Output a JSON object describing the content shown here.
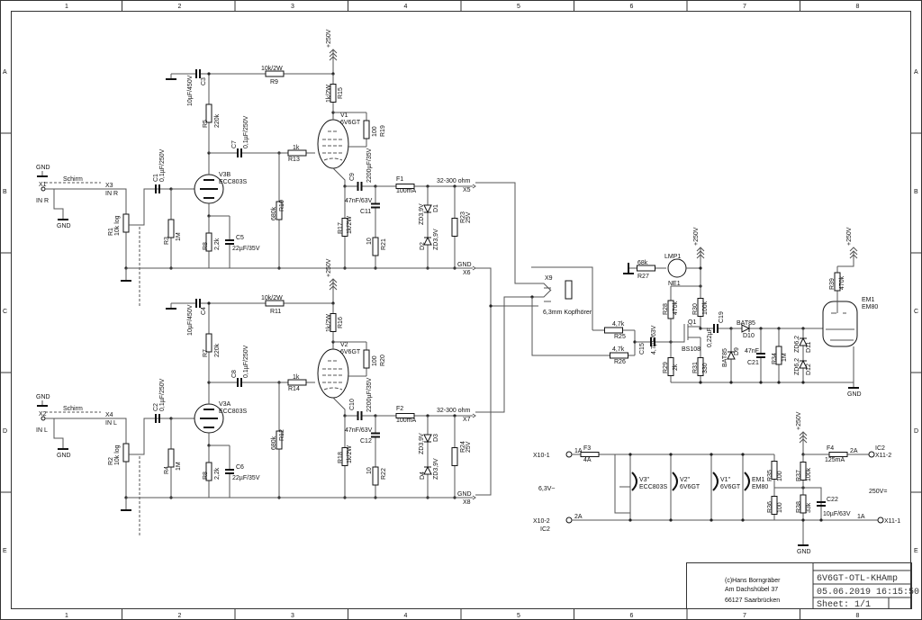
{
  "frame": {
    "columns": [
      "1",
      "2",
      "3",
      "4",
      "5",
      "6",
      "7",
      "8"
    ],
    "rows": [
      "A",
      "B",
      "C",
      "D",
      "E"
    ]
  },
  "common": {
    "supply": "+250V",
    "gnd": "GND",
    "shield": "Schirm",
    "tube_pentode": "6V6GT",
    "tube_triode": "ECC803S",
    "impedance": "32-300 ohm"
  },
  "channels": [
    {
      "jack_ref": "X1",
      "jack_label": "IN R",
      "conn_ref": "X3",
      "conn_label": "IN R",
      "pot_ref": "R1",
      "pot_val": "10k log",
      "cin_ref": "C1",
      "cin_val": "0,1µF/250V",
      "rg_ref": "R3",
      "rg_val": "1M",
      "triode_ref": "V3B",
      "rp_ref": "R5",
      "rp_val": "220k",
      "rk_ref": "R8",
      "rk_val": "2,2k",
      "ck_ref": "C5",
      "ck_val": "22µF/35V",
      "cdec_ref": "C3",
      "cdec_val": "10µF/450V",
      "rdrop_ref": "R9",
      "rdrop_val": "10k/2W",
      "cc_ref": "C7",
      "cc_val": "0,1µF/250V",
      "rl_ref": "R10",
      "rl_val": "680k",
      "rs_ref": "R13",
      "rs_val": "1k",
      "pent_ref": "V1",
      "ra_ref": "R15",
      "ra_val": "1k/2W",
      "rsc_ref": "R19",
      "rsc_val": "100",
      "rc_ref": "R17",
      "rc_val": "1k/2W",
      "cout_ref": "C9",
      "cout_val": "2200µF/35V",
      "csn_ref": "C11",
      "csn_val": "47nF/63V",
      "rsn_ref": "R21",
      "rsn_val": "10",
      "fuse_ref": "F1",
      "fuse_val": "100mA",
      "za_ref": "D1",
      "zb_ref": "D2",
      "z_val": "ZD3,9V",
      "vdr_ref": "R23",
      "vdr_val": "25V",
      "out_ref": "X5",
      "gnd_ref": "X6"
    },
    {
      "jack_ref": "X2",
      "jack_label": "IN L",
      "conn_ref": "X4",
      "conn_label": "IN L",
      "pot_ref": "R2",
      "pot_val": "10k log",
      "cin_ref": "C2",
      "cin_val": "0,1µF/250V",
      "rg_ref": "R4",
      "rg_val": "1M",
      "triode_ref": "V3A",
      "rp_ref": "R7",
      "rp_val": "220k",
      "rk_ref": "R8",
      "rk_val": "2,2k",
      "ck_ref": "C6",
      "ck_val": "22µF/35V",
      "cdec_ref": "C4",
      "cdec_val": "10µF/450V",
      "rdrop_ref": "R11",
      "rdrop_val": "10k/2W",
      "cc_ref": "C8",
      "cc_val": "0,1µF/250V",
      "rl_ref": "R12",
      "rl_val": "680k",
      "rs_ref": "R14",
      "rs_val": "1k",
      "pent_ref": "V2",
      "ra_ref": "R16",
      "ra_val": "1k/2W",
      "rsc_ref": "R20",
      "rsc_val": "100",
      "rc_ref": "R18",
      "rc_val": "1k/2W",
      "cout_ref": "C10",
      "cout_val": "2200µF/35V",
      "csn_ref": "C12",
      "csn_val": "47nF/63V",
      "rsn_ref": "R22",
      "rsn_val": "10",
      "fuse_ref": "F2",
      "fuse_val": "100mA",
      "za_ref": "D3",
      "zb_ref": "D4",
      "z_val": "ZD3,9V",
      "vdr_ref": "R24",
      "vdr_val": "25V",
      "out_ref": "X7",
      "gnd_ref": "X8"
    }
  ],
  "headphone": {
    "ref": "X9",
    "label": "6,3mm Kopfhörer"
  },
  "indicator": {
    "r25": "R25",
    "r25_val": "4,7k",
    "r26": "R26",
    "r26_val": "4,7k",
    "c15": "C15",
    "c15_val": "4,7µF/63V",
    "r27": "R27",
    "r27_val": "68k",
    "lmp": "LMP1",
    "lmp_type": "NE1",
    "r28": "R28",
    "r28_val": "470k",
    "r29": "R29",
    "r29_val": "2k",
    "r30": "R30",
    "r30_val": "100k",
    "r31": "R31",
    "r31_val": "330",
    "q1": "Q1",
    "q1_type": "BS108",
    "c19": "C19",
    "c19_val": "0,22µF",
    "d9": "D9",
    "d10": "D10",
    "diode_type": "BAT85",
    "c21": "C21",
    "c21_val": "47nF",
    "r34": "R34",
    "r34_val": "1M",
    "d11": "D11",
    "d12": "D12",
    "z_val": "ZD6,2",
    "r39": "R39",
    "r39_val": "470k",
    "em": "EM1",
    "em_type": "EM80"
  },
  "supply": {
    "x10_1": "X10-1",
    "x10_2": "X10-2",
    "ic2": "IC2",
    "f3": "F3",
    "f3_val": "4A",
    "pin_1a": "1A",
    "pin_2a": "2A",
    "heater_v": "6,3V~",
    "h_v3": "V3\"",
    "h_v2": "V2\"",
    "h_v1": "V1\"",
    "h_em": "EM1",
    "r35": "R35",
    "r35_val": "100",
    "r36": "R36",
    "r36_val": "100",
    "r37": "R37",
    "r37_val": "100k",
    "r38": "R38",
    "r38_val": "33k",
    "c22": "C22",
    "c22_val": "10µF/63V",
    "f4": "F4",
    "f4_val": "125mA",
    "x11_1": "X11-1",
    "x11_2": "X11-2",
    "hv": "250V="
  },
  "title_block": {
    "author": "(c)Hans Borngräber",
    "street": "Am Dachshübel 37",
    "city": "66127 Saarbrücken",
    "title": "6V6GT-OTL-KHAmp",
    "date": "05.06.2019 16:15:50",
    "sheet": "Sheet: 1/1"
  }
}
